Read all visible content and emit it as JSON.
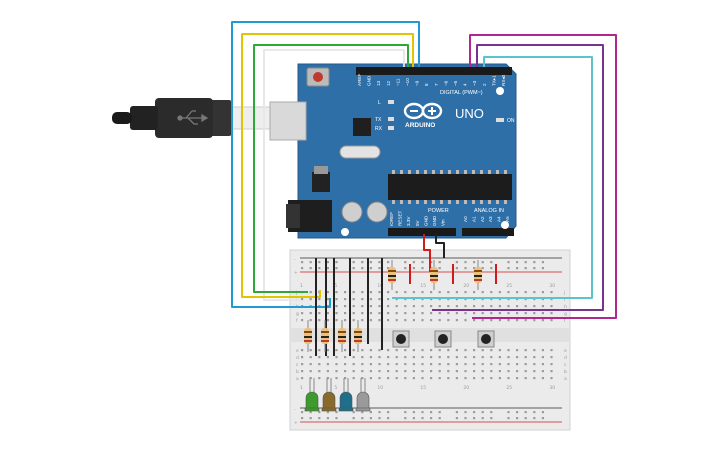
{
  "board": {
    "brand": "ARDUINO",
    "model": "UNO",
    "digital_header": "DIGITAL (PWM~)",
    "power_header": "POWER",
    "analog_header": "ANALOG IN",
    "led_l": "L",
    "led_tx": "TX",
    "led_rx": "RX",
    "led_on": "ON",
    "digital_pins": [
      "AREF",
      "GND",
      "13",
      "12",
      "~11",
      "~10",
      "~9",
      "8",
      "7",
      "~6",
      "~5",
      "4",
      "~3",
      "2",
      "TX▸1",
      "RX◂0"
    ],
    "power_pins": [
      "IOREF",
      "RESET",
      "3.3V",
      "5V",
      "GND",
      "GND",
      "Vin"
    ],
    "analog_pins": [
      "A0",
      "A1",
      "A2",
      "A3",
      "A4",
      "A5"
    ]
  },
  "breadboard": {
    "row_letters_top": [
      "j",
      "i",
      "h",
      "g",
      "f"
    ],
    "row_letters_bottom": [
      "e",
      "d",
      "c",
      "b",
      "a"
    ],
    "column_numbers": [
      "1",
      "5",
      "10",
      "15",
      "20",
      "25",
      "30"
    ],
    "rail_plus": "+",
    "rail_minus": "-"
  },
  "components": {
    "leds": [
      {
        "color": "#3a9c2a"
      },
      {
        "color": "#8a6a2a"
      },
      {
        "color": "#1f6f8b"
      },
      {
        "color": "#9a9a9a"
      }
    ],
    "buttons_count": 3,
    "resistors_count": 7
  },
  "colors": {
    "board": "#2f6fa8",
    "wire_blue": "#1f9bd0",
    "wire_yellow": "#e2c400",
    "wire_green": "#2fa83a",
    "wire_purple": "#b0288f",
    "wire_violet": "#7a3290",
    "wire_teal": "#5bc3c9",
    "wire_red": "#d01b1b",
    "wire_black": "#222222"
  }
}
